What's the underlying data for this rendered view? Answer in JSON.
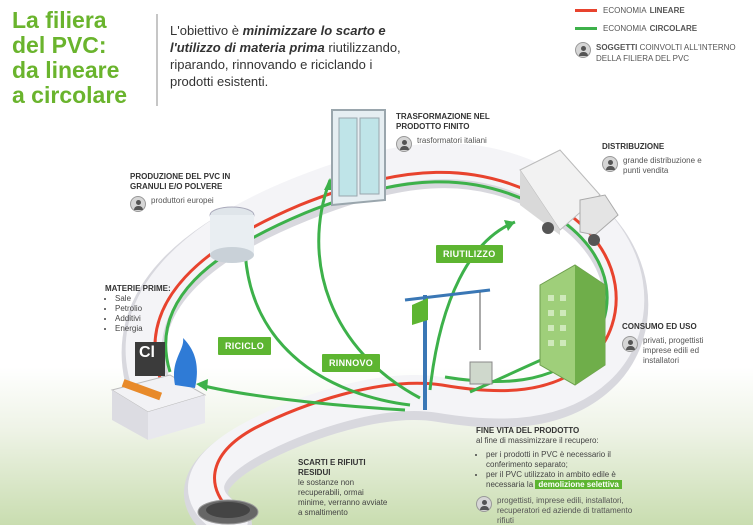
{
  "title": {
    "line1": "La filiera",
    "line2": "del PVC:",
    "line3": "da lineare",
    "line4": "a circolare"
  },
  "intro": {
    "part1": "L'obiettivo è ",
    "emph": "minimizzare lo scarto e l'utilizzo di materia prima",
    "part2": " riutilizzando, riparando, rinnovando e riciclando i prodotti esistenti."
  },
  "legend": {
    "linear_prefix": "ECONOMIA",
    "linear_bold": "LINEARE",
    "circular_prefix": "ECONOMIA",
    "circular_bold": "CIRCOLARE",
    "soggetti_bold": "SOGGETTI",
    "soggetti_rest": "COINVOLTI ALL'INTERNO DELLA FILIERA DEL PVC"
  },
  "stages": {
    "trasformazione": {
      "title": "TRASFORMAZIONE NEL PRODOTTO FINITO",
      "subject": "trasformatori italiani"
    },
    "produzione": {
      "title": "PRODUZIONE DEL PVC IN GRANULI E/O POLVERE",
      "subject": "produttori europei"
    },
    "distribuzione": {
      "title": "DISTRIBUZIONE",
      "subject": "grande distribuzione e punti vendita"
    },
    "materie": {
      "title": "MATERIE PRIME:",
      "items": [
        "Sale",
        "Petrolio",
        "Additivi",
        "Energia"
      ]
    },
    "consumo": {
      "title": "CONSUMO ED USO",
      "subject": "privati, progettisti imprese edili ed installatori"
    },
    "scarti": {
      "title": "SCARTI E RIFIUTI RESIDUI",
      "text": "le sostanze non recuperabili, ormai minime, verranno avviate a smaltimento"
    },
    "fine_vita": {
      "title": "FINE VITA DEL PRODOTTO",
      "intro": "al fine di massimizzare il recupero:",
      "bullet1": "per i prodotti in PVC è necessario il conferimento separato;",
      "bullet2_pre": "per il PVC utilizzato in ambito edile è necessaria la ",
      "bullet2_hl": "demolizione selettiva",
      "subject": "progettisti, imprese edili, installatori, recuperatori ed aziende di trattamento rifiuti"
    }
  },
  "pills": {
    "riutilizzo": "RIUTILIZZO",
    "riciclo": "RICICLO",
    "rinnovo": "RINNOVO"
  },
  "icons": {
    "element_symbol": "Cl"
  },
  "colors": {
    "linear": "#e8432e",
    "circular": "#3db14a",
    "title_green": "#6ab42d",
    "pill_green": "#5db531"
  }
}
